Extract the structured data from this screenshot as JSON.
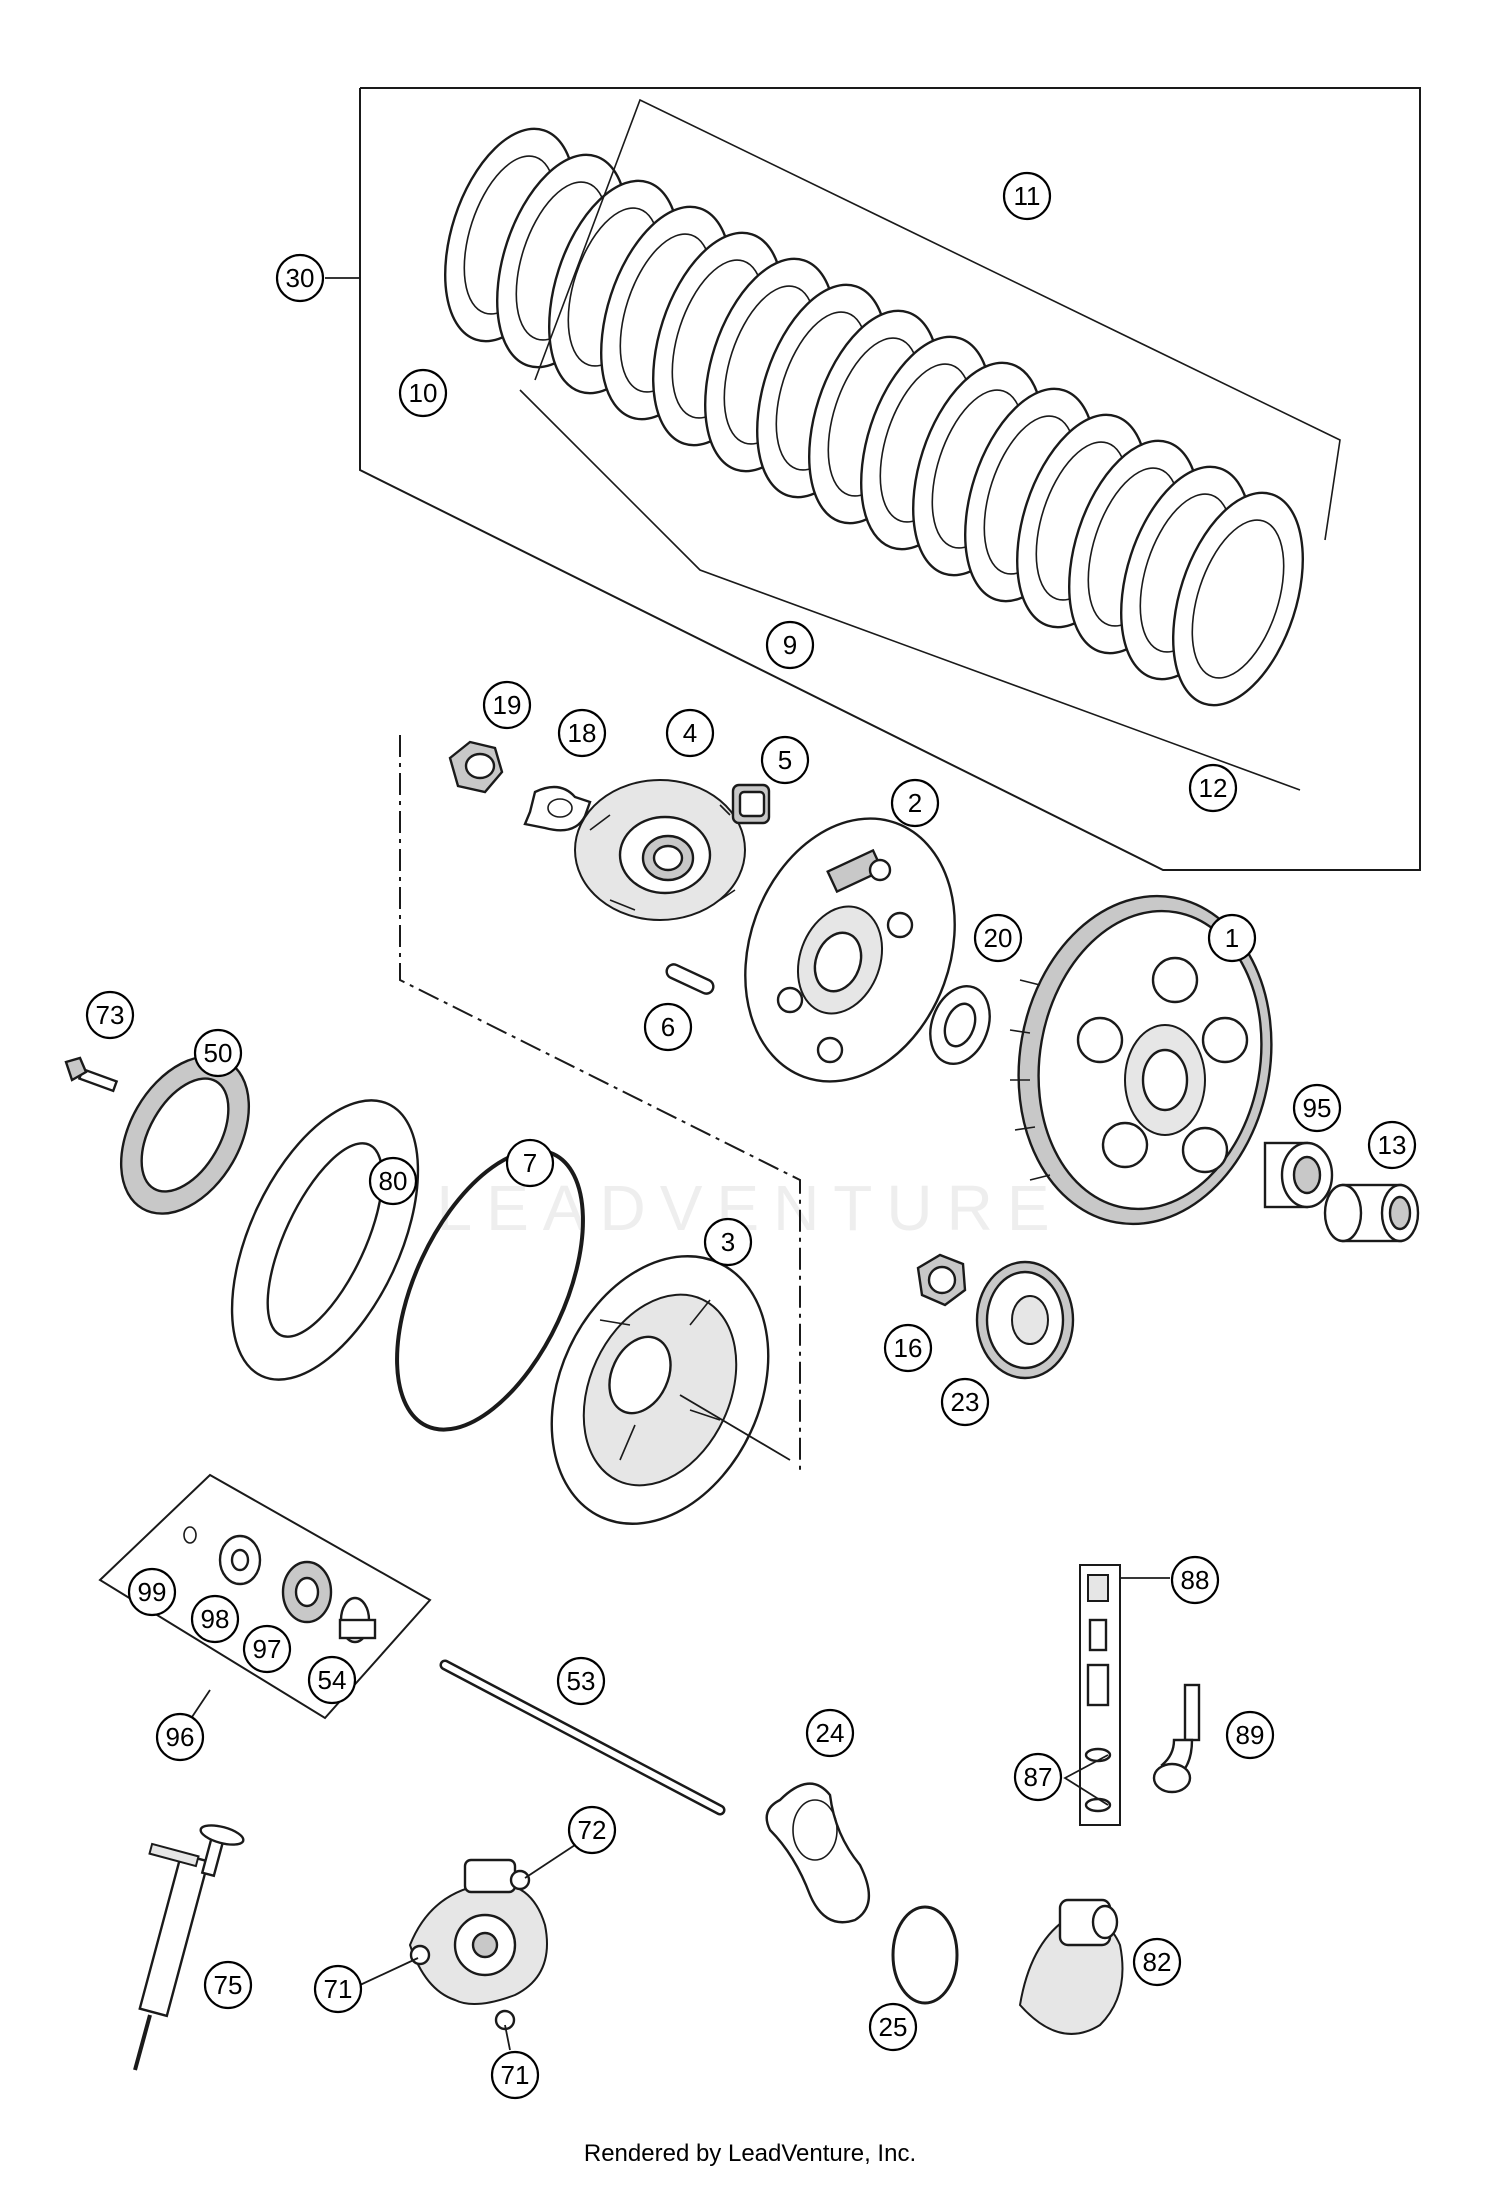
{
  "footer": "Rendered by LeadVenture, Inc.",
  "watermark": "LEADVENTURE",
  "callouts": [
    {
      "id": "30",
      "label": "30"
    },
    {
      "id": "10",
      "label": "10"
    },
    {
      "id": "11",
      "label": "11"
    },
    {
      "id": "9",
      "label": "9"
    },
    {
      "id": "12",
      "label": "12"
    },
    {
      "id": "19",
      "label": "19"
    },
    {
      "id": "18",
      "label": "18"
    },
    {
      "id": "4",
      "label": "4"
    },
    {
      "id": "5",
      "label": "5"
    },
    {
      "id": "2",
      "label": "2"
    },
    {
      "id": "20",
      "label": "20"
    },
    {
      "id": "1",
      "label": "1"
    },
    {
      "id": "6",
      "label": "6"
    },
    {
      "id": "73",
      "label": "73"
    },
    {
      "id": "50",
      "label": "50"
    },
    {
      "id": "80",
      "label": "80"
    },
    {
      "id": "7",
      "label": "7"
    },
    {
      "id": "3",
      "label": "3"
    },
    {
      "id": "95",
      "label": "95"
    },
    {
      "id": "13",
      "label": "13"
    },
    {
      "id": "16",
      "label": "16"
    },
    {
      "id": "23",
      "label": "23"
    },
    {
      "id": "99",
      "label": "99"
    },
    {
      "id": "98",
      "label": "98"
    },
    {
      "id": "97",
      "label": "97"
    },
    {
      "id": "54",
      "label": "54"
    },
    {
      "id": "96",
      "label": "96"
    },
    {
      "id": "53",
      "label": "53"
    },
    {
      "id": "24",
      "label": "24"
    },
    {
      "id": "88",
      "label": "88"
    },
    {
      "id": "89",
      "label": "89"
    },
    {
      "id": "87",
      "label": "87"
    },
    {
      "id": "72",
      "label": "72"
    },
    {
      "id": "71a",
      "label": "71"
    },
    {
      "id": "71b",
      "label": "71"
    },
    {
      "id": "75",
      "label": "75"
    },
    {
      "id": "25",
      "label": "25"
    },
    {
      "id": "82",
      "label": "82"
    }
  ]
}
